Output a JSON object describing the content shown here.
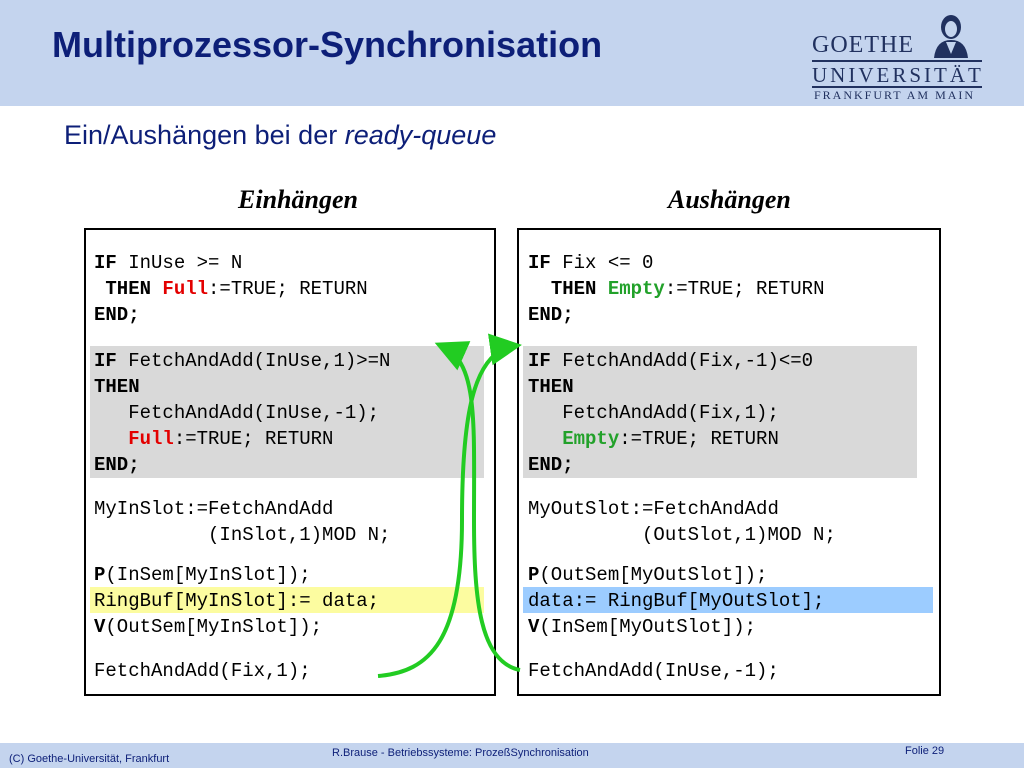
{
  "header": {
    "title": "Multiprozessor-Synchronisation",
    "logo": {
      "line1": "GOETHE",
      "line2": "UNIVERSITÄT",
      "line3": "FRANKFURT AM MAIN"
    }
  },
  "subtitle": {
    "prefix": "Ein/Aushängen bei der ",
    "emph": "ready-queue"
  },
  "columns": {
    "left_heading": "Einhängen",
    "right_heading": "Aushängen"
  },
  "left": {
    "b1": {
      "if_kw": "IF",
      "cond": " InUse >= N",
      "then_kw": "THEN",
      "full": "Full",
      "rest": ":=TRUE; RETURN",
      "end_kw": "END;"
    },
    "b2": {
      "if_kw": "IF",
      "cond": " FetchAndAdd(InUse,1)>=N",
      "then_kw": "THEN",
      "line3": "FetchAndAdd(InUse,-1);",
      "full": "Full",
      "rest": ":=TRUE; RETURN",
      "end_kw": "END;"
    },
    "b3": {
      "line1": "MyInSlot:=FetchAndAdd",
      "line2": "(InSlot,1)MOD N;"
    },
    "b4": {
      "p_kw": "P",
      "p_rest": "(InSem[MyInSlot]);",
      "line2": "RingBuf[MyInSlot]:= data;",
      "v_kw": "V",
      "v_rest": "(OutSem[MyInSlot]);"
    },
    "b5": {
      "line1": "FetchAndAdd(Fix,1);"
    }
  },
  "right": {
    "b1": {
      "if_kw": "IF",
      "cond": " Fix <= 0",
      "then_kw": "THEN",
      "empty": "Empty",
      "rest": ":=TRUE; RETURN",
      "end_kw": "END;"
    },
    "b2": {
      "if_kw": "IF",
      "cond": " FetchAndAdd(Fix,-1)<=0",
      "then_kw": "THEN",
      "line3": "FetchAndAdd(Fix,1);",
      "empty": "Empty",
      "rest": ":=TRUE; RETURN",
      "end_kw": "END;"
    },
    "b3": {
      "line1": "MyOutSlot:=FetchAndAdd",
      "line2": "(OutSlot,1)MOD N;"
    },
    "b4": {
      "p_kw": "P",
      "p_rest": "(OutSem[MyOutSlot]);",
      "line2": "data:= RingBuf[MyOutSlot];",
      "v_kw": "V",
      "v_rest": "(InSem[MyOutSlot]);"
    },
    "b5": {
      "line1": "FetchAndAdd(InUse,-1);"
    }
  },
  "footer": {
    "left": "(C) Goethe-Universität, Frankfurt",
    "center": "R.Brause - Betriebssysteme: ProzeßSynchronisation",
    "right": "Folie 29"
  },
  "colors": {
    "title": "#0d1f78",
    "header_bg": "#c4d4ee",
    "full": "#e30000",
    "empty": "#22a12a",
    "arrow": "#22cc22",
    "highlight_gray": "#d9d9d9",
    "highlight_yellow": "#fcfca0",
    "highlight_blue": "#9cccff"
  }
}
